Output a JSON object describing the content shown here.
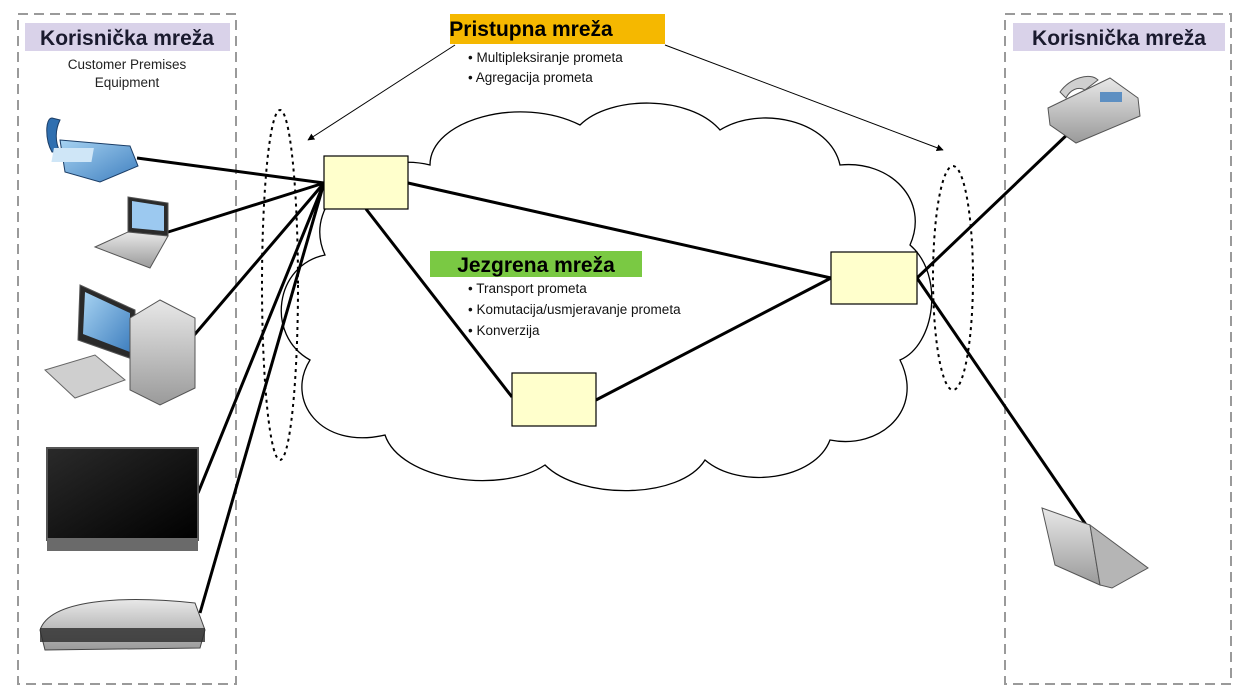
{
  "left_zone": {
    "title": "Korisnička mreža",
    "subtitle_line1": "Customer Premises",
    "subtitle_line2": "Equipment",
    "label_bg": "#d9d2e9"
  },
  "right_zone": {
    "title": "Korisnička mreža",
    "label_bg": "#d9d2e9"
  },
  "access_network": {
    "title": "Pristupna mreža",
    "title_bg": "#f5b800",
    "bullets": [
      "• Multipleksiranje prometa",
      "• Agregacija prometa"
    ]
  },
  "core_network": {
    "title": "Jezgrena mreža",
    "title_bg": "#7ac943",
    "bullets": [
      "• Transport prometa",
      "• Komutacija/usmjeravanje prometa",
      "• Konverzija"
    ]
  },
  "colors": {
    "node_fill": "#ffffcc",
    "zone_border": "#999999",
    "cloud_stroke": "#000000"
  },
  "devices_left": [
    "telephone-icon",
    "laptop-icon",
    "desktop-computer-icon",
    "television-icon",
    "game-console-icon"
  ],
  "devices_right": [
    "telephone-icon",
    "laptop-icon"
  ]
}
